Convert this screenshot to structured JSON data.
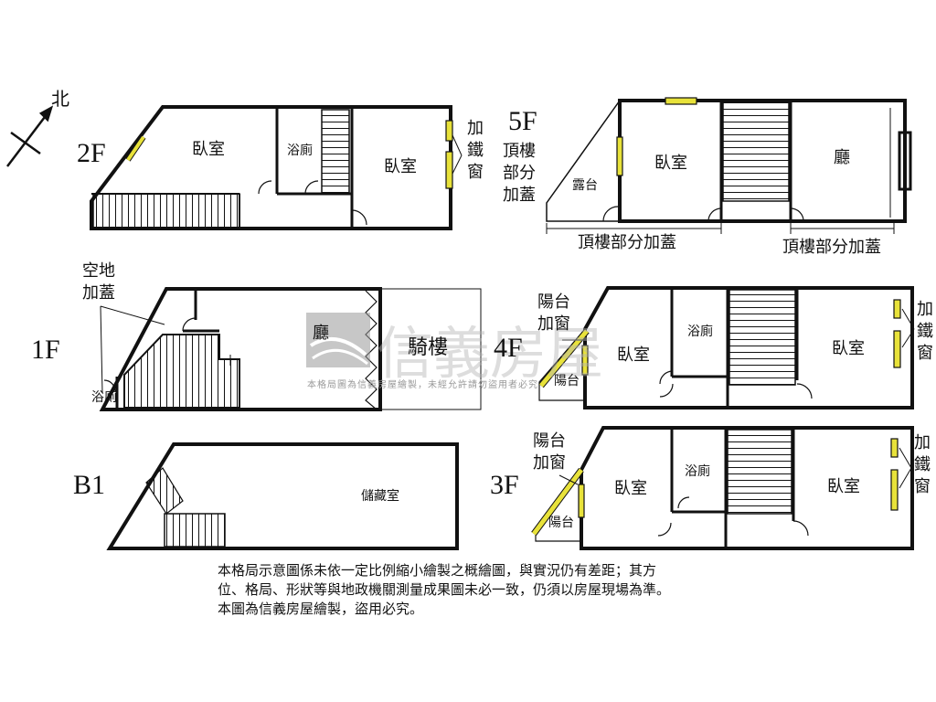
{
  "compass": {
    "north": "北"
  },
  "floors": {
    "f2": {
      "label": "2F",
      "bedroom_left": "臥室",
      "bathroom": "浴廁",
      "bedroom_right": "臥室",
      "note_lines": [
        "加",
        "鐵",
        "窗"
      ]
    },
    "f5": {
      "label": "5F",
      "note_lines": [
        "頂樓",
        "部分",
        "加蓋"
      ],
      "terrace": "露台",
      "bedroom": "臥室",
      "living": "廳",
      "dim_left": "頂樓部分加蓋",
      "dim_right": "頂樓部分加蓋"
    },
    "f1": {
      "label": "1F",
      "note_lines": [
        "空地",
        "加蓋"
      ],
      "bathroom": "浴廁",
      "living": "廳",
      "arcade": "騎樓"
    },
    "f4": {
      "label": "4F",
      "note_lines": [
        "陽台",
        "加窗"
      ],
      "bedroom_left": "臥室",
      "bathroom": "浴廁",
      "bedroom_right": "臥室",
      "balcony": "陽台",
      "iron_lines": [
        "加",
        "鐵",
        "窗"
      ]
    },
    "b1": {
      "label": "B1",
      "storage": "儲藏室"
    },
    "f3": {
      "label": "3F",
      "note_lines": [
        "陽台",
        "加窗"
      ],
      "bedroom_left": "臥室",
      "bathroom": "浴廁",
      "bedroom_right": "臥室",
      "balcony": "陽台",
      "iron_lines": [
        "加",
        "鐵",
        "窗"
      ]
    }
  },
  "watermark": {
    "brand": "信義房屋",
    "caption": "本格局圖為信義房屋繪製，未經允許請勿盜用者必究"
  },
  "notes": [
    "本格局示意圖係未依一定比例縮小繪製之概繪圖，與實況仍有差距；其方",
    "位、格局、形狀等與地政機關測量成果圖未必一致，仍須以房屋現場為準。",
    "本圖為信義房屋繪製，盜用必究。"
  ],
  "colors": {
    "wall": "#111111",
    "window": "#e8e23a",
    "watermark": "#9a9a9a"
  }
}
